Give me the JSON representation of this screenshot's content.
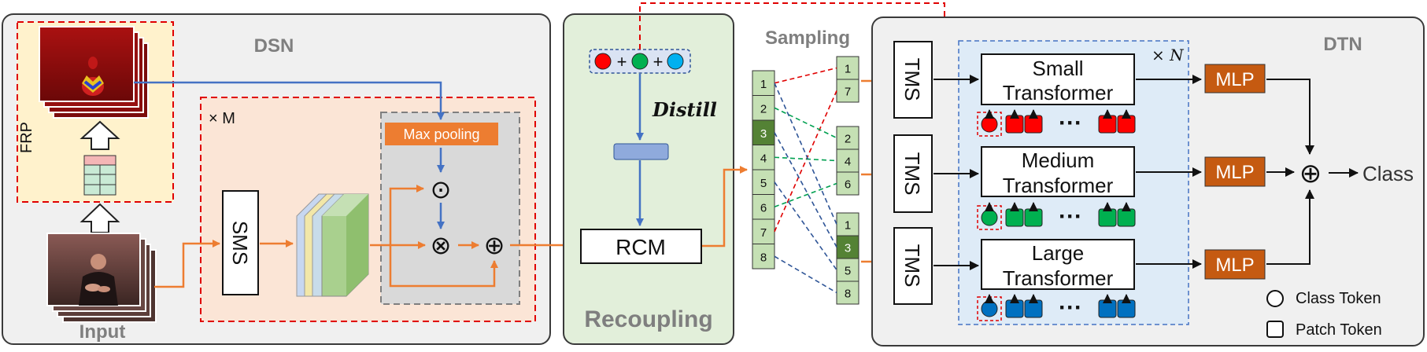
{
  "sections": {
    "dsn": "DSN",
    "recoupling": "Recoupling",
    "sampling": "Sampling",
    "dtn": "DTN"
  },
  "dsn": {
    "frp_label": "FRP",
    "input_label": "Input",
    "repeat_label": "× M",
    "sms_label": "SMS",
    "maxpool_label": "Max pooling",
    "op_dot": "⊙",
    "op_times": "⊗",
    "op_plus": "⊕"
  },
  "recoupling": {
    "distill_label": "Distill",
    "plus_sign": "+",
    "rcm_label": "RCM"
  },
  "sampling": {
    "main_column": [
      "1",
      "2",
      "3",
      "4",
      "5",
      "6",
      "7",
      "8"
    ],
    "group_small": [
      "1",
      "7"
    ],
    "group_medium": [
      "2",
      "4",
      "6"
    ],
    "group_large": [
      "1",
      "3",
      "5",
      "8"
    ]
  },
  "dtn": {
    "repeat_label": "× N",
    "tms_label": "TMS",
    "transformers": [
      {
        "line1": "Small",
        "line2": "Transformer"
      },
      {
        "line1": "Medium",
        "line2": "Transformer"
      },
      {
        "line1": "Large",
        "line2": "Transformer"
      }
    ],
    "ellipsis": "···",
    "mlp_label": "MLP",
    "fusion_symbol": "⊕",
    "class_output": "Class",
    "legend_class_token": "Class Token",
    "legend_patch_token": "Patch Token"
  },
  "colors": {
    "orange_arrow": "#ED7D31",
    "blue_arrow": "#4472C4",
    "red_dashed": "#E00000",
    "mlp_fill": "#C55A11",
    "red_token": "#FF0000",
    "green_token": "#00B050",
    "blue_token": "#0070C0"
  }
}
